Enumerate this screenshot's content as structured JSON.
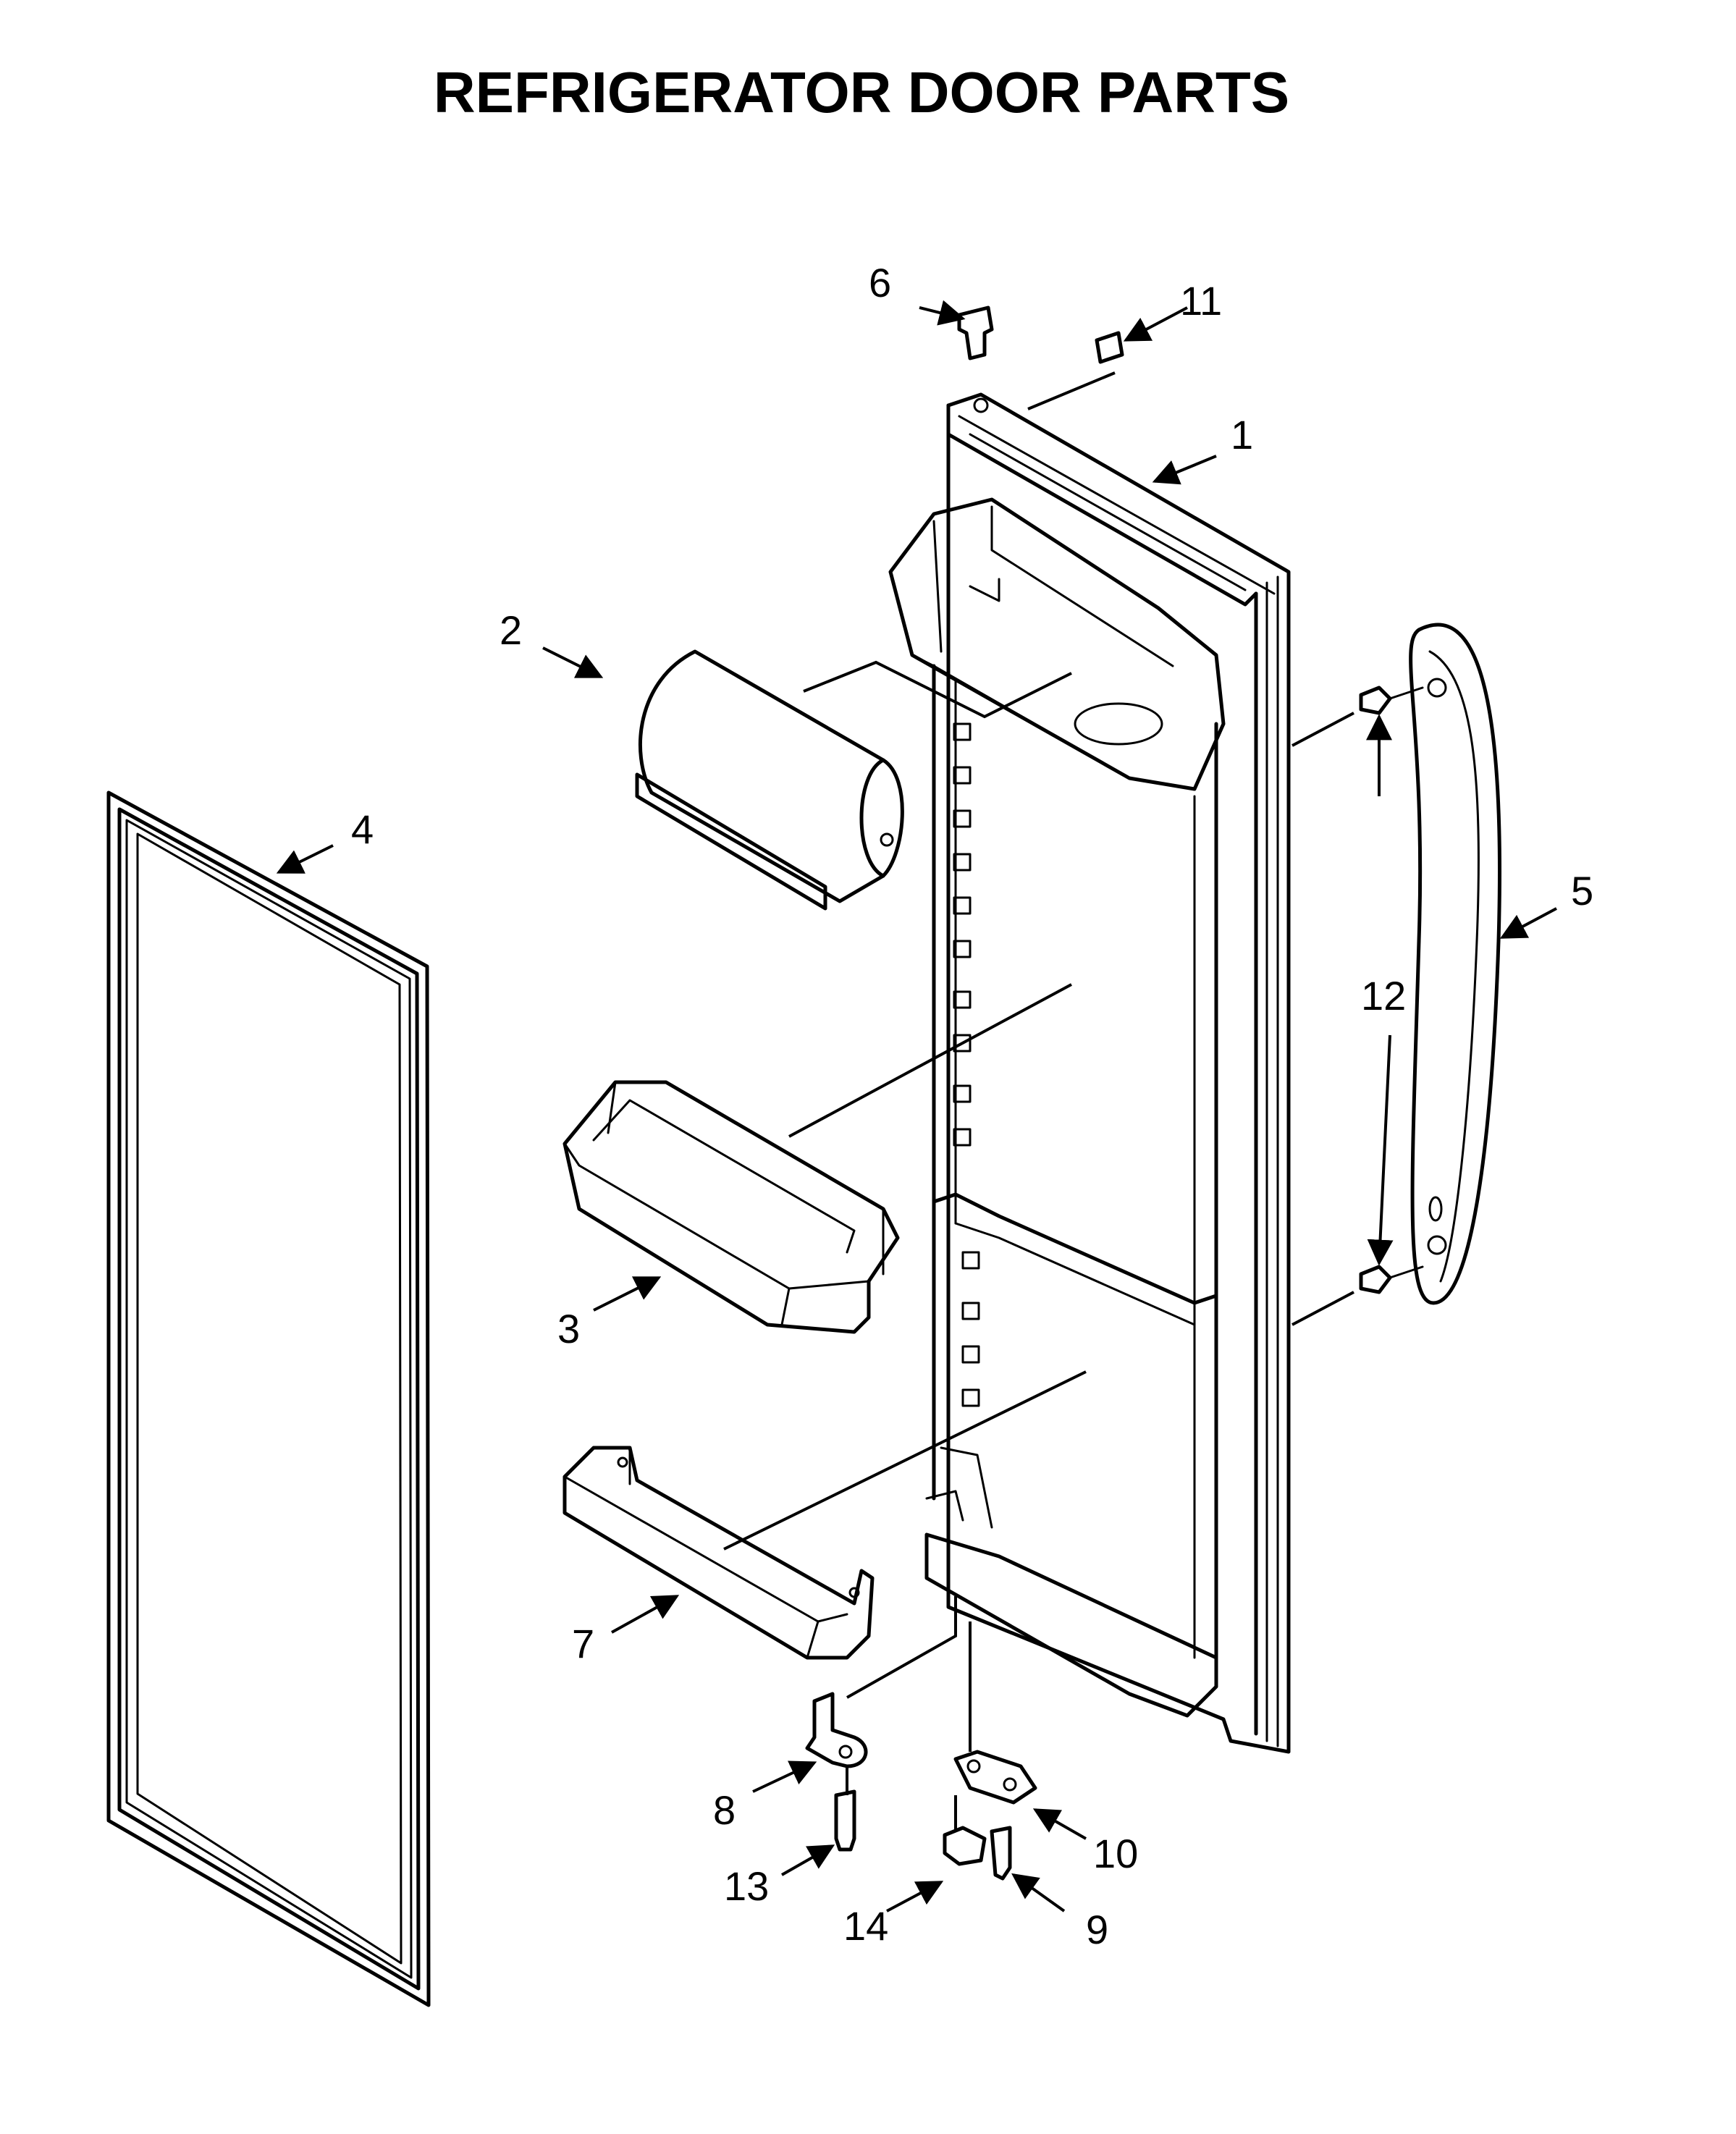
{
  "title": "REFRIGERATOR DOOR PARTS",
  "callouts": [
    "1",
    "2",
    "3",
    "4",
    "5",
    "6",
    "7",
    "8",
    "9",
    "10",
    "11",
    "12",
    "13",
    "14"
  ]
}
